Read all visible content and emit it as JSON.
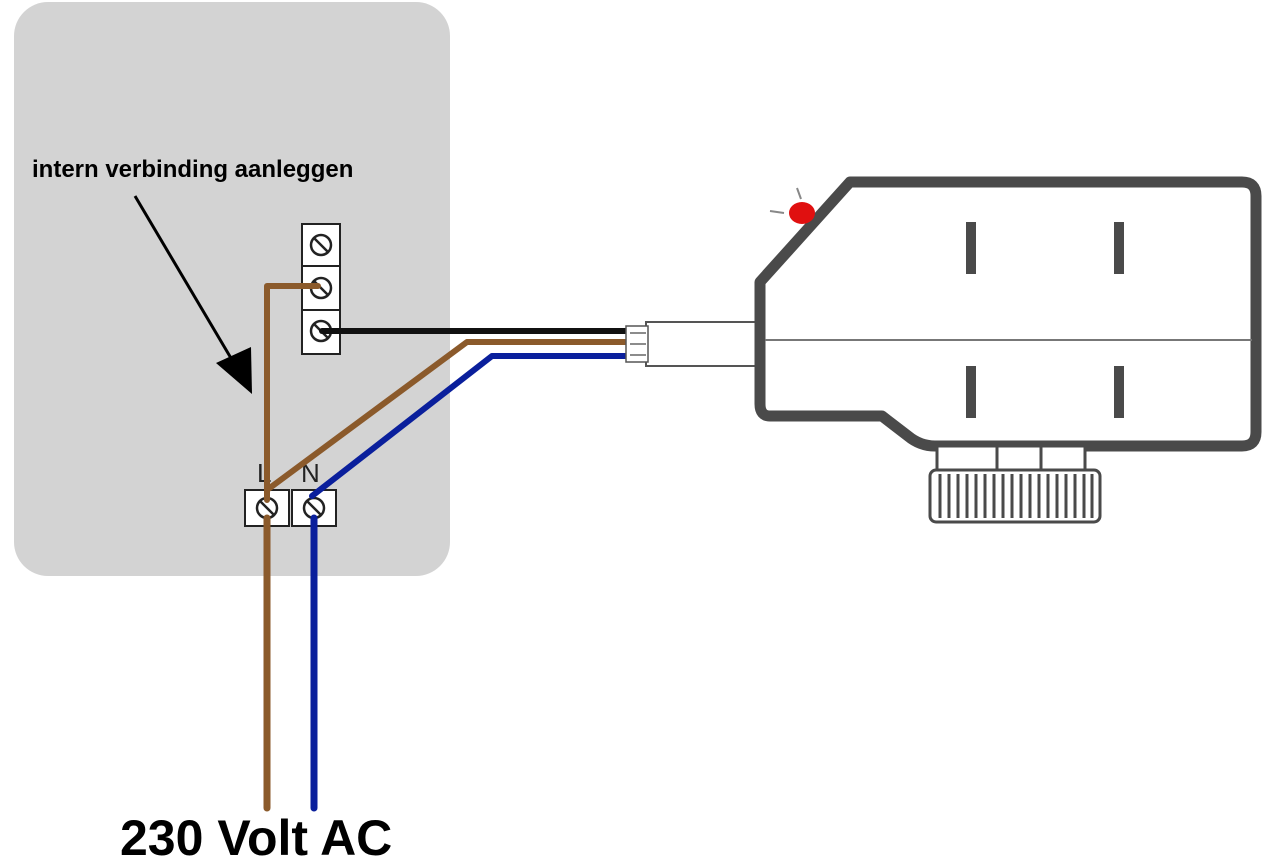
{
  "labels": {
    "annotation": "intern verbinding aanleggen",
    "terminal_l": "L",
    "terminal_n": "N",
    "supply": "230 Volt AC"
  },
  "colors": {
    "background": "#ffffff",
    "enclosure": "#d3d3d3",
    "wire_live": "#8b5a2b",
    "wire_neutral": "#0a1f9c",
    "wire_switch": "#111111",
    "actuator_outline": "#4a4a4a",
    "led": "#e01010"
  }
}
